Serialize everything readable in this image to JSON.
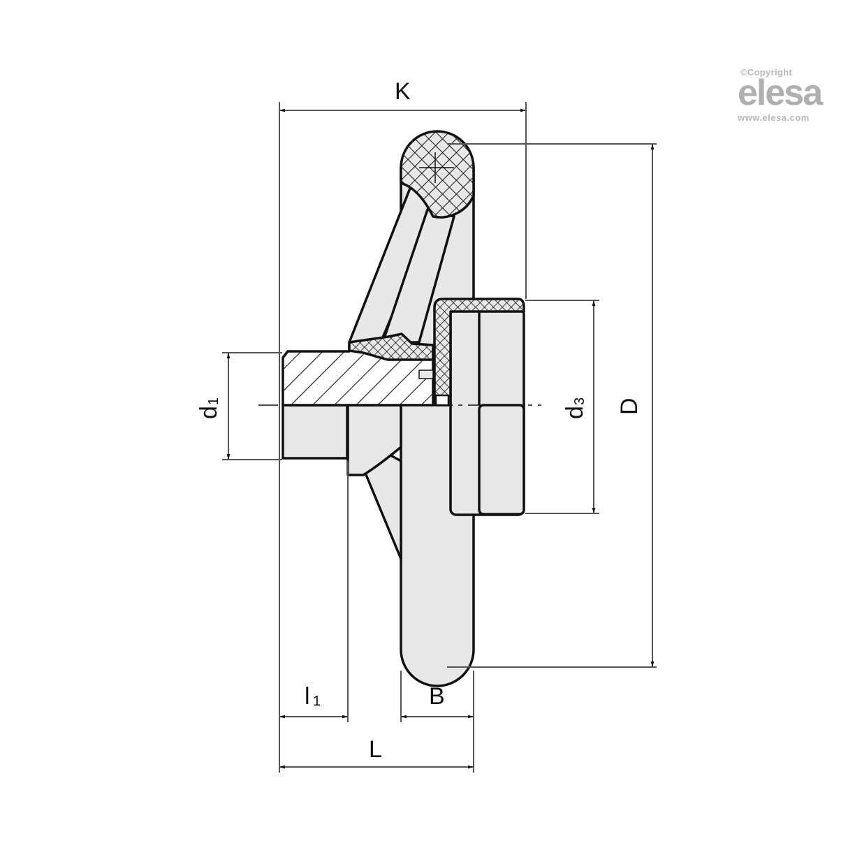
{
  "watermark": {
    "copyright": "©Copyright",
    "brand": "elesa",
    "url": "www.elesa.com"
  },
  "dimensions": {
    "K": {
      "label": "K"
    },
    "D": {
      "label": "D"
    },
    "d1": {
      "label": "d",
      "sub": "1"
    },
    "d3": {
      "label": "d",
      "sub": "3"
    },
    "l1": {
      "label": "l",
      "sub": "1"
    },
    "B": {
      "label": "B"
    },
    "L": {
      "label": "L"
    }
  },
  "colors": {
    "line": "#111111",
    "dim_line": "#555555",
    "fill": "#e8e8e8",
    "watermark": "#b8b8b8"
  }
}
